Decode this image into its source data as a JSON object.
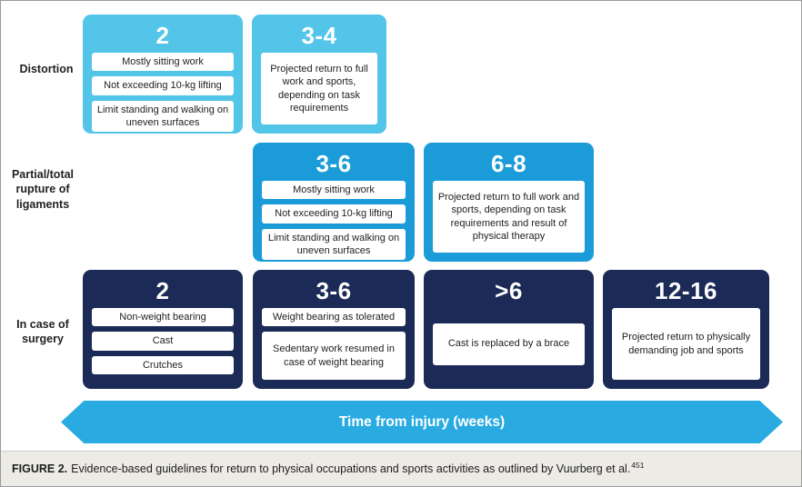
{
  "rows": [
    {
      "label": "Distortion",
      "boxes": [
        {
          "weeks": "2",
          "items": [
            "Mostly sitting work",
            "Not exceeding 10-kg lifting",
            "Limit standing and walking on uneven surfaces"
          ]
        },
        {
          "weeks": "3-4",
          "text": "Projected return to full work and sports, depending on task requirements"
        }
      ]
    },
    {
      "label": "Partial/total rupture of ligaments",
      "boxes": [
        {
          "weeks": "3-6",
          "items": [
            "Mostly sitting work",
            "Not exceeding 10-kg lifting",
            "Limit standing and walking on uneven surfaces"
          ]
        },
        {
          "weeks": "6-8",
          "text": "Projected return to full work and sports, depending on task requirements and result of physical therapy"
        }
      ]
    },
    {
      "label": "In case of surgery",
      "boxes": [
        {
          "weeks": "2",
          "items": [
            "Non-weight bearing",
            "Cast",
            "Crutches"
          ]
        },
        {
          "weeks": "3-6",
          "items": [
            "Weight bearing as tolerated",
            "Sedentary work resumed in case of weight bearing"
          ]
        },
        {
          "weeks": ">6",
          "text": "Cast is replaced by a brace"
        },
        {
          "weeks": "12-16",
          "text": "Projected return to physically demanding job and sports"
        }
      ]
    }
  ],
  "timeline_label": "Time from injury (weeks)",
  "caption": {
    "label": "FIGURE 2.",
    "text": "Evidence-based guidelines for return to physical occupations and sports activities as outlined by Vuurberg et al.",
    "reference": "451"
  },
  "colors": {
    "light_blue": "#52c5e8",
    "medium_blue": "#1b9cd8",
    "navy": "#1b2a56",
    "arrow_blue": "#29abe2"
  }
}
